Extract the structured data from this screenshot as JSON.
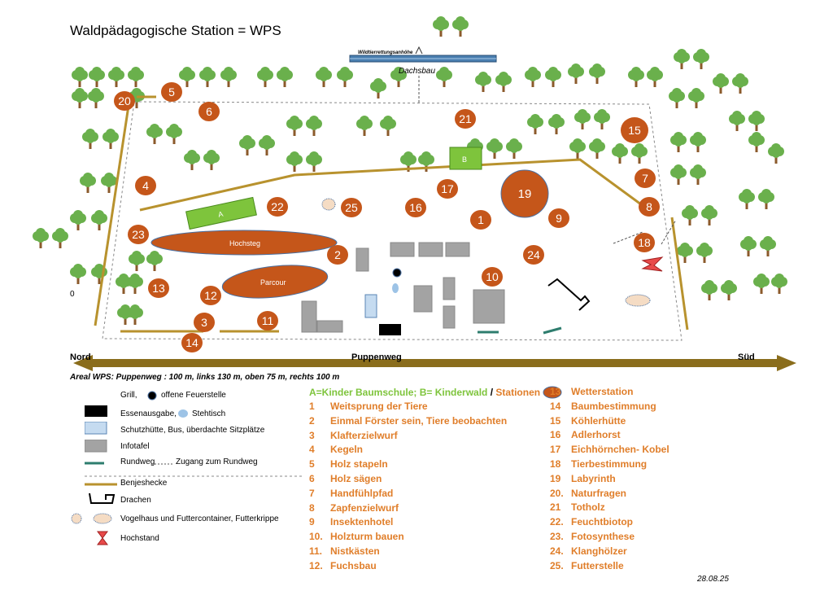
{
  "title": "Waldpädagogische Station = WPS",
  "date": "28.08.25",
  "map": {
    "top_label": "Wildtierrettungsanhöhe",
    "dachsbau_label": "Dachsbau",
    "nord": "Nord",
    "puppenweg": "Puppenweg",
    "sued": "Süd",
    "zero": "0",
    "area_text": "Areal WPS: Puppenweg : 100 m, links 130 m, oben 75 m, rechts 100 m",
    "hochsteg": "Hochsteg",
    "parcour": "Parcour",
    "field_a": "A",
    "field_b": "B",
    "markers": [
      "1",
      "2",
      "3",
      "4",
      "5",
      "6",
      "7",
      "8",
      "9",
      "10",
      "11",
      "12",
      "13",
      "14",
      "15",
      "16",
      "17",
      "18",
      "19",
      "20",
      "21",
      "22",
      "23",
      "24",
      "25"
    ]
  },
  "legend": {
    "grill": "Grill,",
    "feuerstelle": "offene Feuerstelle",
    "essen": "Essenausgabe,",
    "stehtisch": "Stehtisch",
    "schutz": "Schutzhütte, Bus, überdachte Sitzplätze",
    "infotafel": "Infotafel",
    "rundweg": "Rundweg",
    "zugang": "Zugang zum Rundweg",
    "benjes": "Benjeshecke",
    "drachen": "Drachen",
    "vogelhaus": "Vogelhaus und Futtercontainer, Futterkrippe",
    "hochstand": "Hochstand"
  },
  "stations_header": {
    "green_part": "A=Kinder Baumschule; B= Kinderwald",
    "slash": "/",
    "orange_part": "Stationen"
  },
  "stations_col1": [
    {
      "num": "1",
      "name": "Weitsprung der Tiere"
    },
    {
      "num": "2",
      "name": "Einmal Förster sein, Tiere beobachten"
    },
    {
      "num": "3",
      "name": "Klafterzielwurf"
    },
    {
      "num": "4",
      "name": "Kegeln"
    },
    {
      "num": "5",
      "name": "Holz stapeln"
    },
    {
      "num": "6",
      "name": "Holz sägen"
    },
    {
      "num": "7",
      "name": "Handfühlpfad"
    },
    {
      "num": "8",
      "name": "Zapfenzielwurf"
    },
    {
      "num": "9",
      "name": "Insektenhotel"
    },
    {
      "num": "10.",
      "name": "Holzturm bauen"
    },
    {
      "num": "11.",
      "name": "Nistkästen"
    },
    {
      "num": "12.",
      "name": "Fuchsbau"
    }
  ],
  "stations_col2": [
    {
      "num": "13",
      "name": "Wetterstation"
    },
    {
      "num": "14",
      "name": "Baumbestimmung"
    },
    {
      "num": "15",
      "name": "Köhlerhütte"
    },
    {
      "num": "16",
      "name": "Adlerhorst"
    },
    {
      "num": "17",
      "name": "Eichhörnchen- Kobel"
    },
    {
      "num": "18",
      "name": "Tierbestimmung"
    },
    {
      "num": "19",
      "name": "Labyrinth"
    },
    {
      "num": "20.",
      "name": "Naturfragen"
    },
    {
      "num": "21",
      "name": "Totholz"
    },
    {
      "num": "22.",
      "name": "Feuchtbiotop"
    },
    {
      "num": "23.",
      "name": "Fotosynthese"
    },
    {
      "num": "24.",
      "name": "Klanghölzer"
    },
    {
      "num": "25.",
      "name": "Futterstelle"
    }
  ],
  "colors": {
    "marker": "#c5561a",
    "marker_text": "#ffffff",
    "tree_green": "#6ab04c",
    "trunk": "#8b5a2b",
    "hedge": "#b8922e",
    "station_text": "#e07e2a",
    "field_green": "#7ec43c",
    "infotafel": "#a3a3a3",
    "arrow": "#8a6d1c"
  }
}
